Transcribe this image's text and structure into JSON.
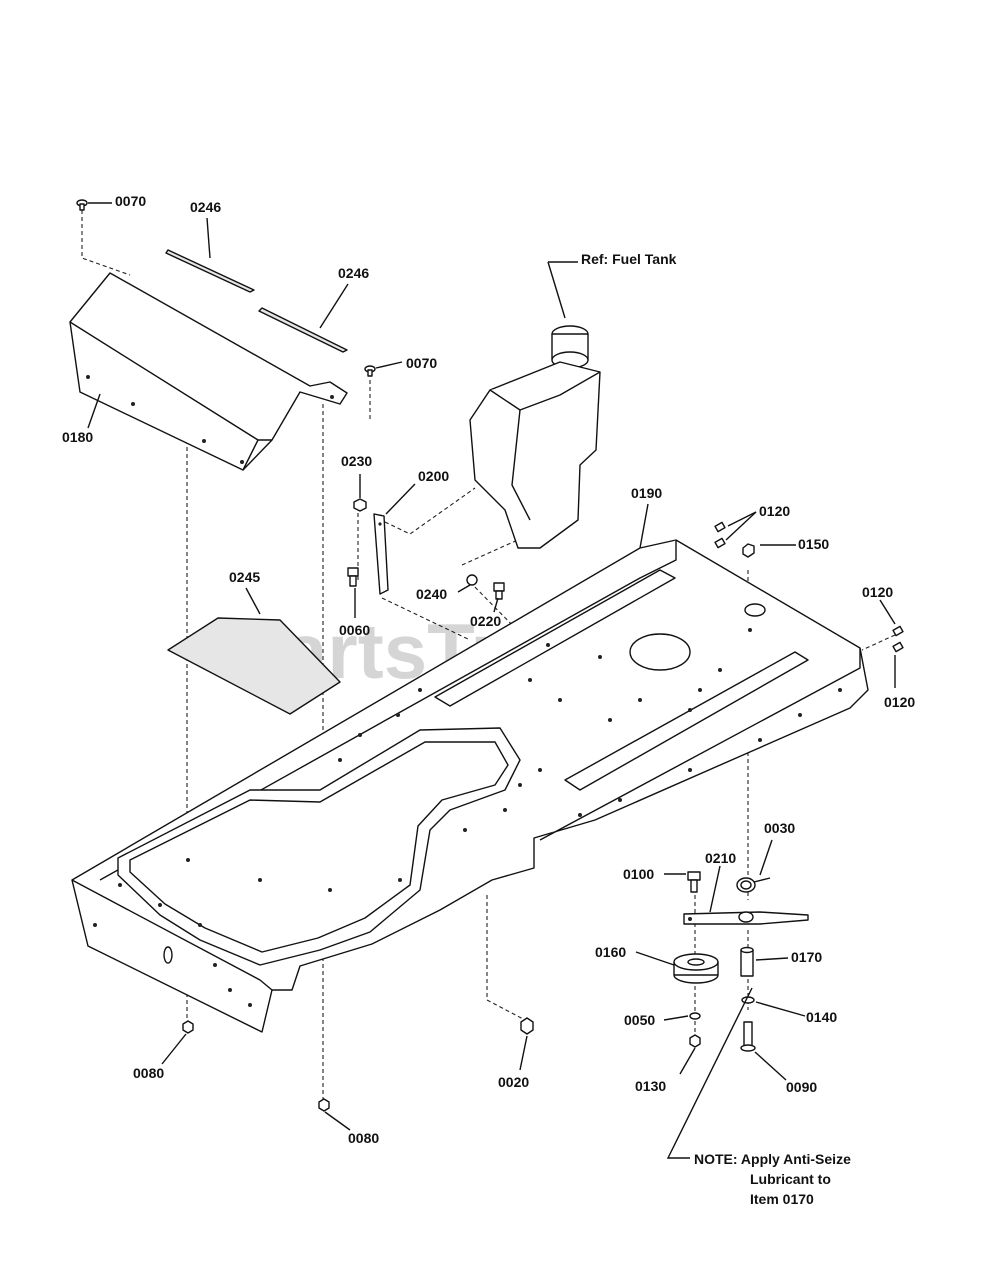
{
  "watermark": {
    "text": "PartsTree",
    "trademark": "TM"
  },
  "labels": {
    "p0070a": "0070",
    "p0246a": "0246",
    "p0246b": "0246",
    "p0070b": "0070",
    "p0180": "0180",
    "pFuelRef": "Ref: Fuel Tank",
    "p0230": "0230",
    "p0200": "0200",
    "p0190": "0190",
    "p0120a": "0120",
    "p0150": "0150",
    "p0245": "0245",
    "p0240": "0240",
    "p0060": "0060",
    "p0220": "0220",
    "p0120b": "0120",
    "p0120c": "0120",
    "p0030": "0030",
    "p0100": "0100",
    "p0210": "0210",
    "p0160": "0160",
    "p0170": "0170",
    "p0050": "0050",
    "p0140": "0140",
    "p0080a": "0080",
    "p0020": "0020",
    "p0130": "0130",
    "p0090": "0090",
    "p0080b": "0080"
  },
  "note": {
    "line1": "NOTE: Apply Anti-Seize",
    "line2": "Lubricant to",
    "line3": "Item 0170"
  }
}
